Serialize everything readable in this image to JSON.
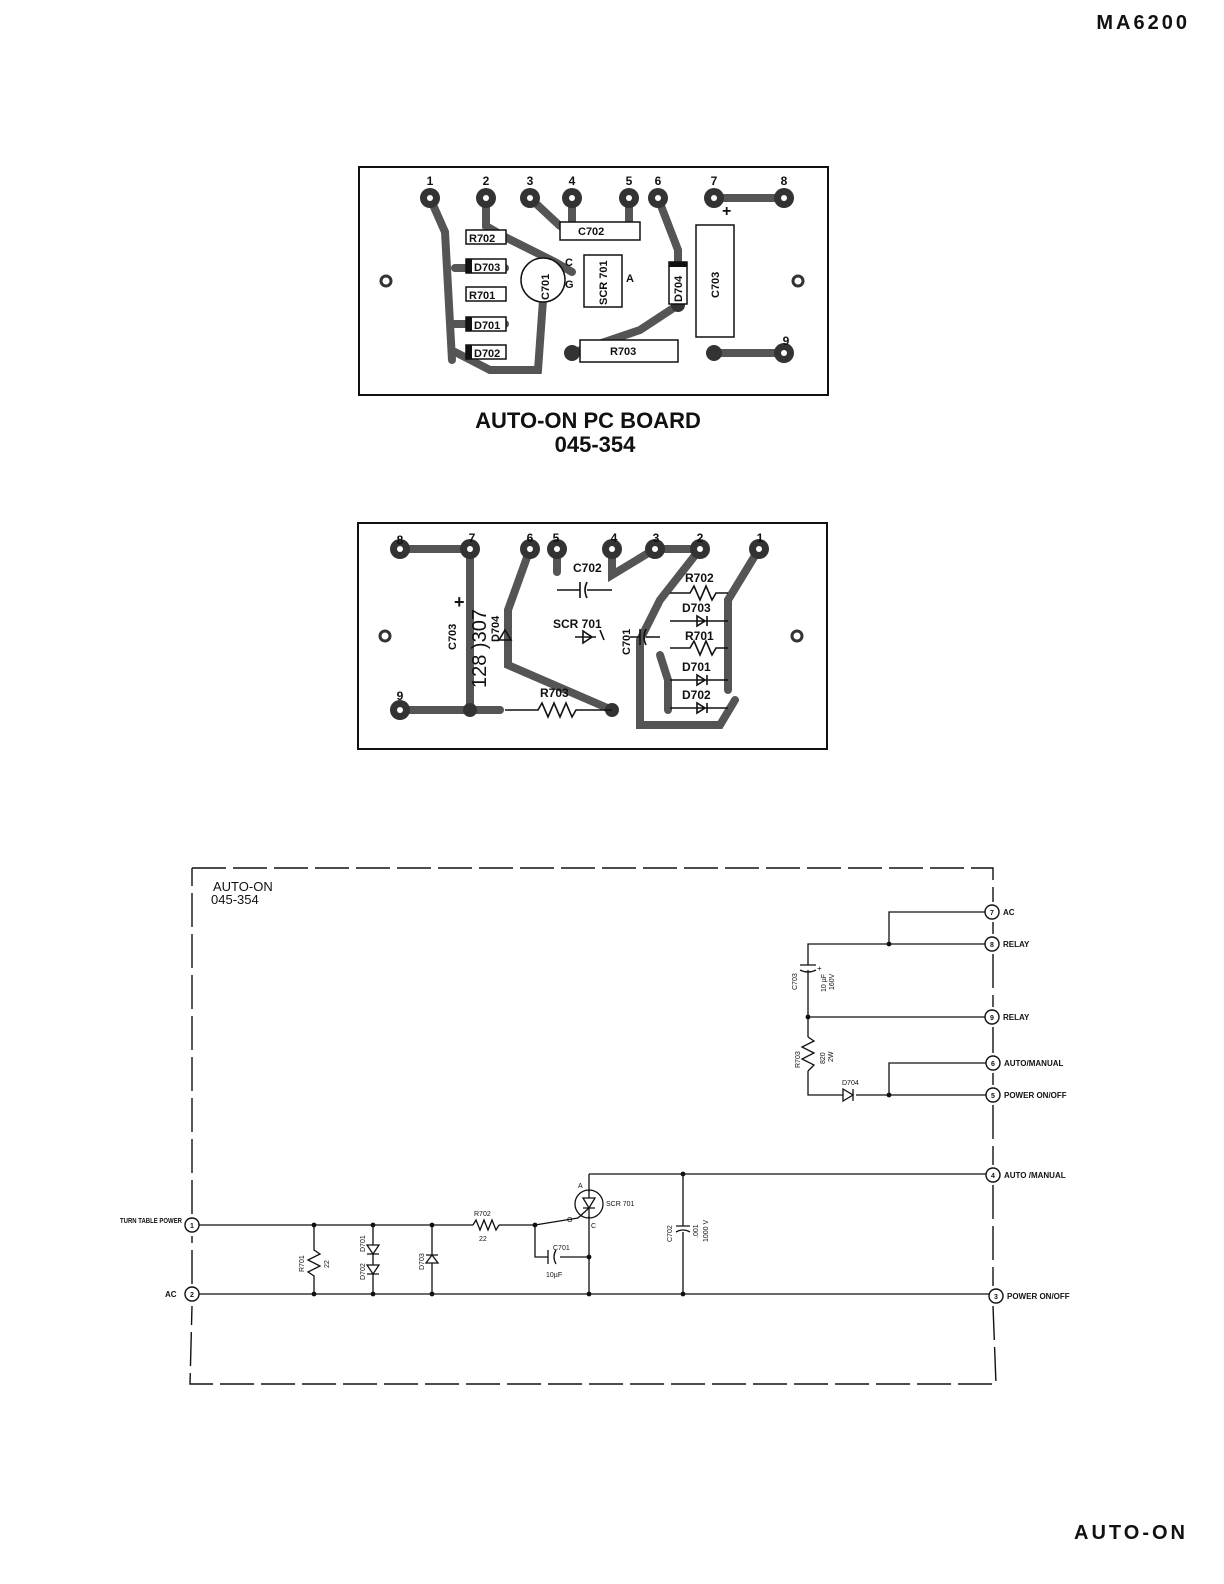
{
  "header": {
    "model": "MA6200",
    "footer": "AUTO-ON"
  },
  "board1": {
    "title": "AUTO-ON PC BOARD",
    "part": "045-354",
    "pads": [
      "1",
      "2",
      "3",
      "4",
      "5",
      "6",
      "7",
      "8",
      "9"
    ],
    "components": {
      "r702": "R702",
      "d703": "D703",
      "r701": "R701",
      "d701": "D701",
      "d702": "D702",
      "c701": "C701",
      "c702": "C702",
      "scr": "SCR 701",
      "d704": "D704",
      "c703": "C703",
      "r703": "R703",
      "g": "G",
      "c": "C",
      "a": "A",
      "plus": "+"
    }
  },
  "board2": {
    "pads": [
      "8",
      "7",
      "6",
      "5",
      "4",
      "3",
      "2",
      "1",
      "9"
    ],
    "components": {
      "c703": "C703",
      "c703_val": "128 )307",
      "c702": "C702",
      "r702": "R702",
      "d703": "D703",
      "r701": "R701",
      "d701": "D701",
      "d702": "D702",
      "scr": "SCR 701",
      "c701": "C701",
      "d704": "D704",
      "r703": "R703",
      "plus": "+"
    }
  },
  "schematic": {
    "title": "AUTO-ON",
    "part": "045-354",
    "terminals": [
      {
        "num": "7",
        "label": "AC"
      },
      {
        "num": "8",
        "label": "RELAY"
      },
      {
        "num": "9",
        "label": "RELAY"
      },
      {
        "num": "6",
        "label": "AUTO/MANUAL"
      },
      {
        "num": "5",
        "label": "POWER ON/OFF"
      },
      {
        "num": "4",
        "label": "AUTO /MANUAL"
      },
      {
        "num": "3",
        "label": "POWER ON/OFF"
      },
      {
        "num": "1",
        "label": "TURN TABLE POWER"
      },
      {
        "num": "2",
        "label": "AC"
      }
    ],
    "components": {
      "c703": "C703",
      "c703_val": "10 µF",
      "c703_volt": "160V",
      "c703_plus": "+",
      "r703": "R703",
      "r703_val": "820",
      "r703_watt": "2W",
      "d704": "D704",
      "r702": "R702",
      "r702_val": "22",
      "scr": "SCR 701",
      "scr_a": "A",
      "scr_g": "G",
      "scr_c": "C",
      "c701": "C701",
      "c701_val": "10µF",
      "c702": "C702",
      "c702_val": ".001",
      "c702_volt": "1000 V",
      "r701": "R701",
      "r701_val": "22",
      "d701": "D701",
      "d702": "D702",
      "d703": "D703"
    }
  }
}
